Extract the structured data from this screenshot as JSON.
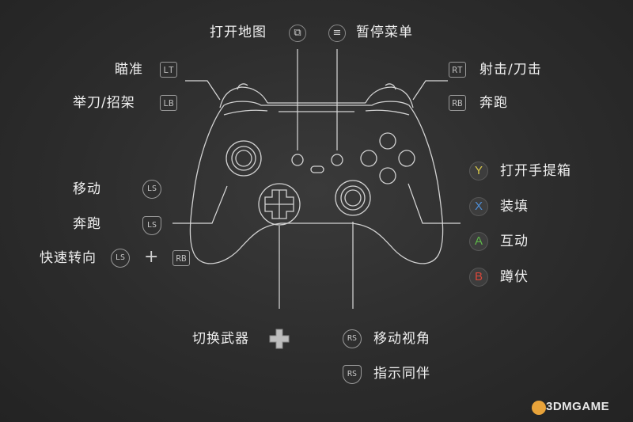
{
  "labels": {
    "open_map": "打开地图",
    "pause_menu": "暂停菜单",
    "aim": "瞄准",
    "raise_knife": "举刀/招架",
    "shoot_knife": "射击/刀击",
    "sprint_rb": "奔跑",
    "move": "移动",
    "sprint_ls": "奔跑",
    "quick_turn": "快速转向",
    "open_briefcase": "打开手提箱",
    "reload": "装填",
    "interact": "互动",
    "crouch": "蹲伏",
    "switch_weapon": "切换武器",
    "move_camera": "移动视角",
    "guide_partner": "指示同伴"
  },
  "badges": {
    "lt": "LT",
    "lb": "LB",
    "rt": "RT",
    "rb": "RB",
    "rb2": "RB",
    "ls": "LS",
    "ls_press": "LS",
    "ls_turn": "LS",
    "rs": "RS",
    "rs_press": "RS",
    "plus": "+"
  },
  "face_buttons": {
    "y": "Y",
    "x": "X",
    "a": "A",
    "b": "B"
  },
  "colors": {
    "y": "#d8c84a",
    "x": "#4f8fd8",
    "a": "#5fb84a",
    "b": "#d8463a",
    "line": "#d9d9d9",
    "outline": "#cfcfcf"
  },
  "watermark": "3DMGAME"
}
